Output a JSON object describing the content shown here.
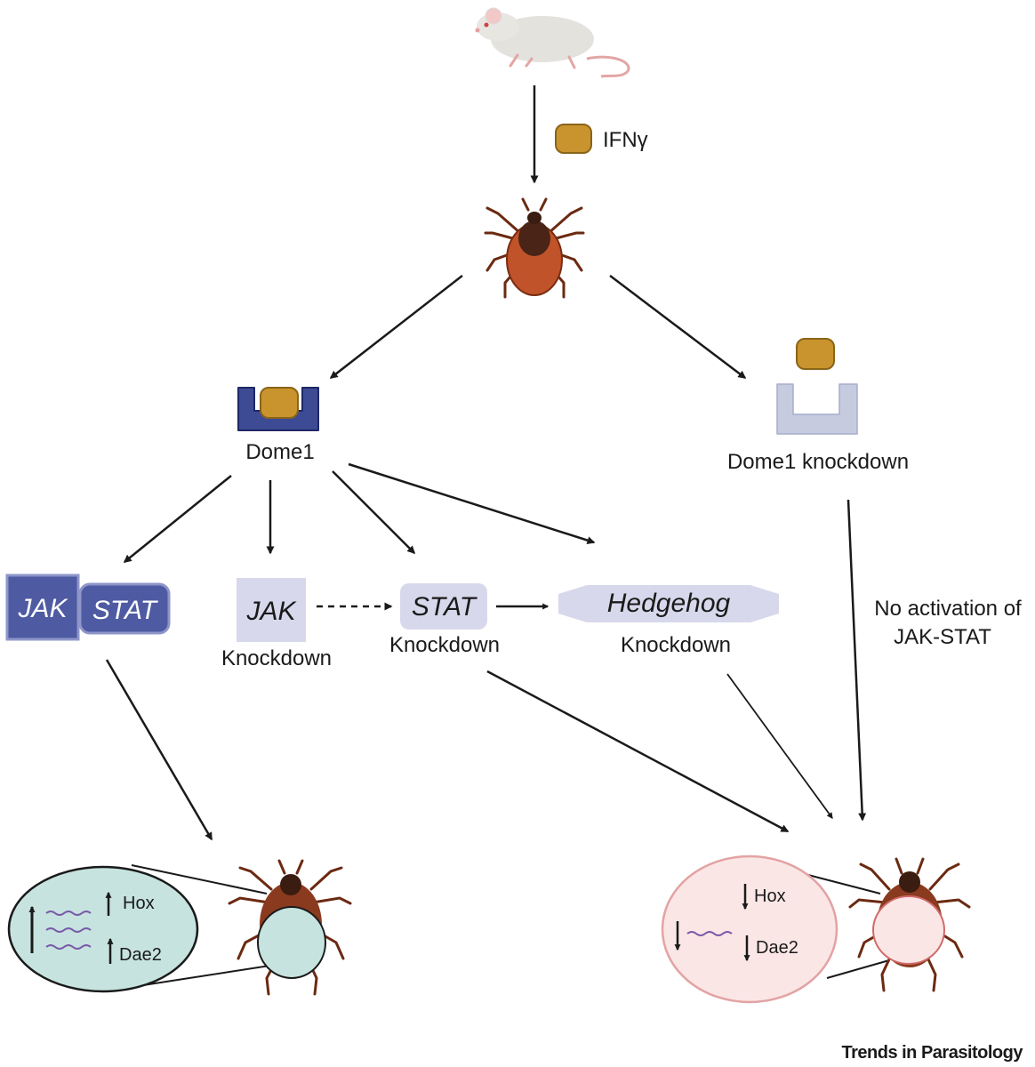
{
  "labels": {
    "ifn": "IFNγ",
    "dome1": "Dome1",
    "dome1_knockdown": "Dome1 knockdown",
    "jak_active": "JAK",
    "stat_active": "STAT",
    "jak_kd": "JAK",
    "jak_kd_caption": "Knockdown",
    "stat_kd": "STAT",
    "stat_kd_caption": "Knockdown",
    "hedgehog": "Hedgehog",
    "hedgehog_caption": "Knockdown",
    "no_activation_line1": "No activation of",
    "no_activation_line2": "JAK-STAT",
    "hox_up": "Hox",
    "dae2_up": "Dae2",
    "hox_down": "Hox",
    "dae2_down": "Dae2"
  },
  "footer": "Trends in Parasitology",
  "icons": {
    "host": "mouse-icon",
    "vector": "tick-icon",
    "cytokine": "ifn-gamma-icon",
    "receptor": "dome1-receptor-icon"
  },
  "colors": {
    "ifn_fill": "#c9942e",
    "receptor_active": "#3d4a94",
    "receptor_knockdown": "#c7cbe0",
    "knockdown_box": "#d8d8ec",
    "upregulated_circle": "#c6e3df",
    "downregulated_circle": "#fbe6e6",
    "tick_body": "#8a3a1e"
  }
}
